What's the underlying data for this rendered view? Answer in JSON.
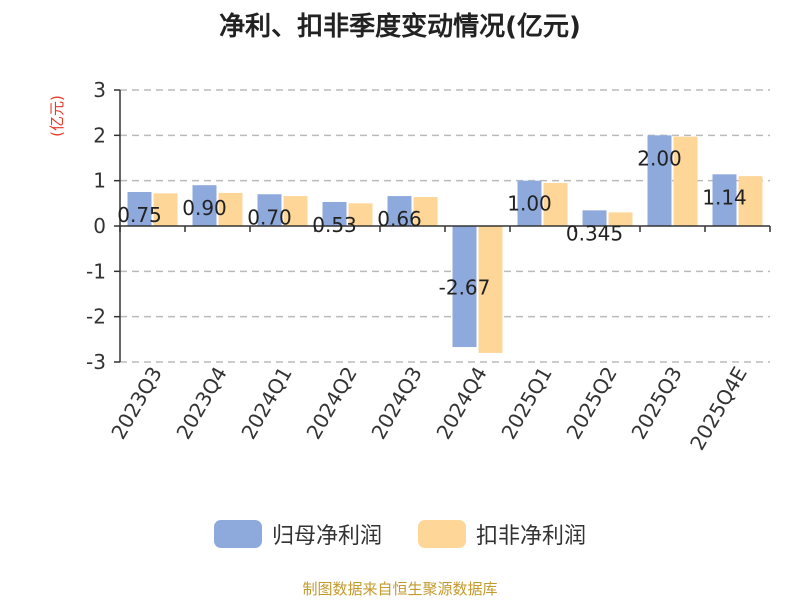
{
  "chart_data": {
    "type": "bar",
    "title": "净利、扣非季度变动情况(亿元)",
    "ylabel": "(亿元)",
    "xlabel": "",
    "categories": [
      "2023Q3",
      "2023Q4",
      "2024Q1",
      "2024Q2",
      "2024Q3",
      "2024Q4",
      "2025Q1",
      "2025Q2",
      "2025Q3",
      "2025Q4E"
    ],
    "series": [
      {
        "name": "归母净利润",
        "color": "#8eaadc",
        "values": [
          0.75,
          0.9,
          0.7,
          0.53,
          0.66,
          -2.67,
          1.0,
          0.345,
          2.0,
          1.14
        ],
        "labels": [
          "0.75",
          "0.90",
          "0.70",
          "0.53",
          "0.66",
          "-2.67",
          "1.00",
          "0.345",
          "2.00",
          "1.14"
        ]
      },
      {
        "name": "扣非净利润",
        "color": "#fdd698",
        "values": [
          0.72,
          0.73,
          0.66,
          0.5,
          0.64,
          -2.8,
          0.95,
          0.3,
          1.97,
          1.1
        ]
      }
    ],
    "ylim": [
      -3,
      3
    ],
    "yticks": [
      -3,
      -2,
      -1,
      0,
      1,
      2,
      3
    ],
    "grid": true,
    "legend": "bottom",
    "ylabel_color": "#e8392b"
  },
  "source": "制图数据来自恒生聚源数据库"
}
